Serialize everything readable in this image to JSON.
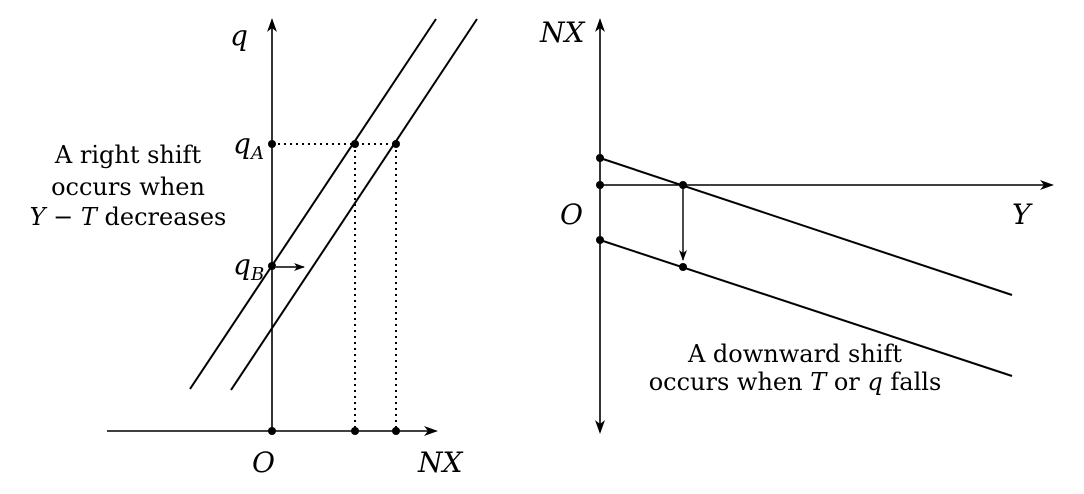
{
  "left_panel": {
    "y_axis_label": "q",
    "x_axis_label": "NX",
    "origin_label": "O",
    "qA": {
      "main": "q",
      "sub": "A"
    },
    "qB": {
      "main": "q",
      "sub": "B"
    },
    "note_line1": "A right shift",
    "note_line2": "occurs when",
    "note_line3_var1": "Y",
    "note_line3_op": " − ",
    "note_line3_var2": "T",
    "note_line3_rest": " decreases"
  },
  "right_panel": {
    "y_axis_label": "NX",
    "x_axis_label": "Y",
    "origin_label": "O",
    "note_line1": "A downward shift",
    "note_line2_pre": "occurs when ",
    "note_line2_var1": "T",
    "note_line2_mid": " or ",
    "note_line2_var2": "q",
    "note_line2_post": " falls"
  }
}
